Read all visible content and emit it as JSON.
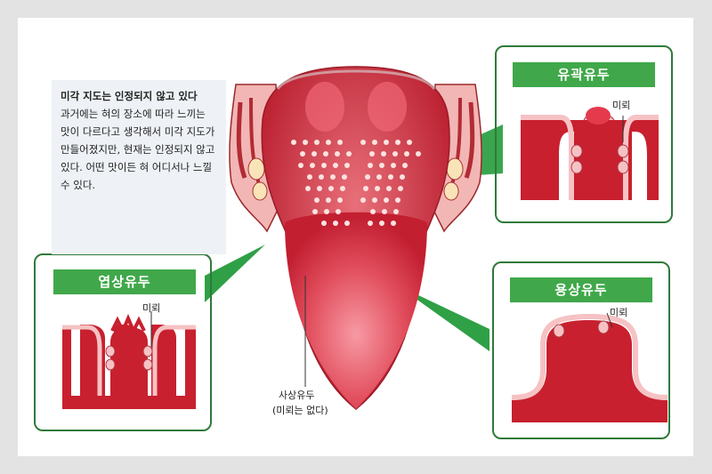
{
  "note": {
    "title": "미각 지도는 인정되지 않고 있다",
    "body": "과거에는 혀의 장소에 따라 느끼는 맛이 다르다고 생각해서 미각 지도가 만들어졌지만, 현재는 인정되지 않고 있다. 어떤 맛이든 혀 어디서나 느낄 수 있다."
  },
  "panels": {
    "circumvallate": {
      "title": "유곽유두",
      "callout": "미뢰"
    },
    "foliate": {
      "title": "엽상유두",
      "callout": "미뢰"
    },
    "fungiform": {
      "title": "용상유두",
      "callout": "미뢰"
    }
  },
  "tongue_label": {
    "line1": "사상유두",
    "line2": "(미뢰는 없다)"
  },
  "colors": {
    "tissue_red": "#c8202e",
    "tissue_pink": "#f6c2c4",
    "banner_green": "#40a84a",
    "frame_green": "#2f7a3a",
    "pointer_green": "#2fa046"
  }
}
